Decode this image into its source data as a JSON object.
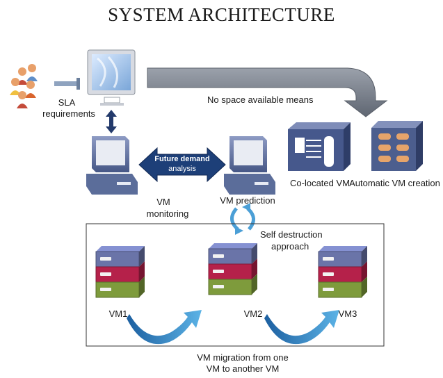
{
  "title": "SYSTEM ARCHITECTURE",
  "labels": {
    "sla": "SLA",
    "requirements": "requirements",
    "no_space": "No space available means",
    "future_demand": "Future demand",
    "analysis": "analysis",
    "vm_monitoring_1": "VM",
    "vm_monitoring_2": "monitoring",
    "vm_prediction": "VM prediction",
    "co_located_vm": "Co-located VM",
    "automatic_vm_creation": "Automatic VM creation",
    "self_destruction_1": "Self destruction",
    "self_destruction_2": "approach",
    "vm1": "VM1",
    "vm2": "VM2",
    "vm3": "VM3",
    "migration_1": "VM migration from one",
    "migration_2": "VM to another VM"
  },
  "colors": {
    "server_top": "#6a74a8",
    "server_mid": "#b5214a",
    "server_bottom": "#7e9b3c",
    "arrow_blue": "#2f7fbf",
    "arrow_gray": "#7e8591",
    "computer": "#5d6f9c"
  }
}
